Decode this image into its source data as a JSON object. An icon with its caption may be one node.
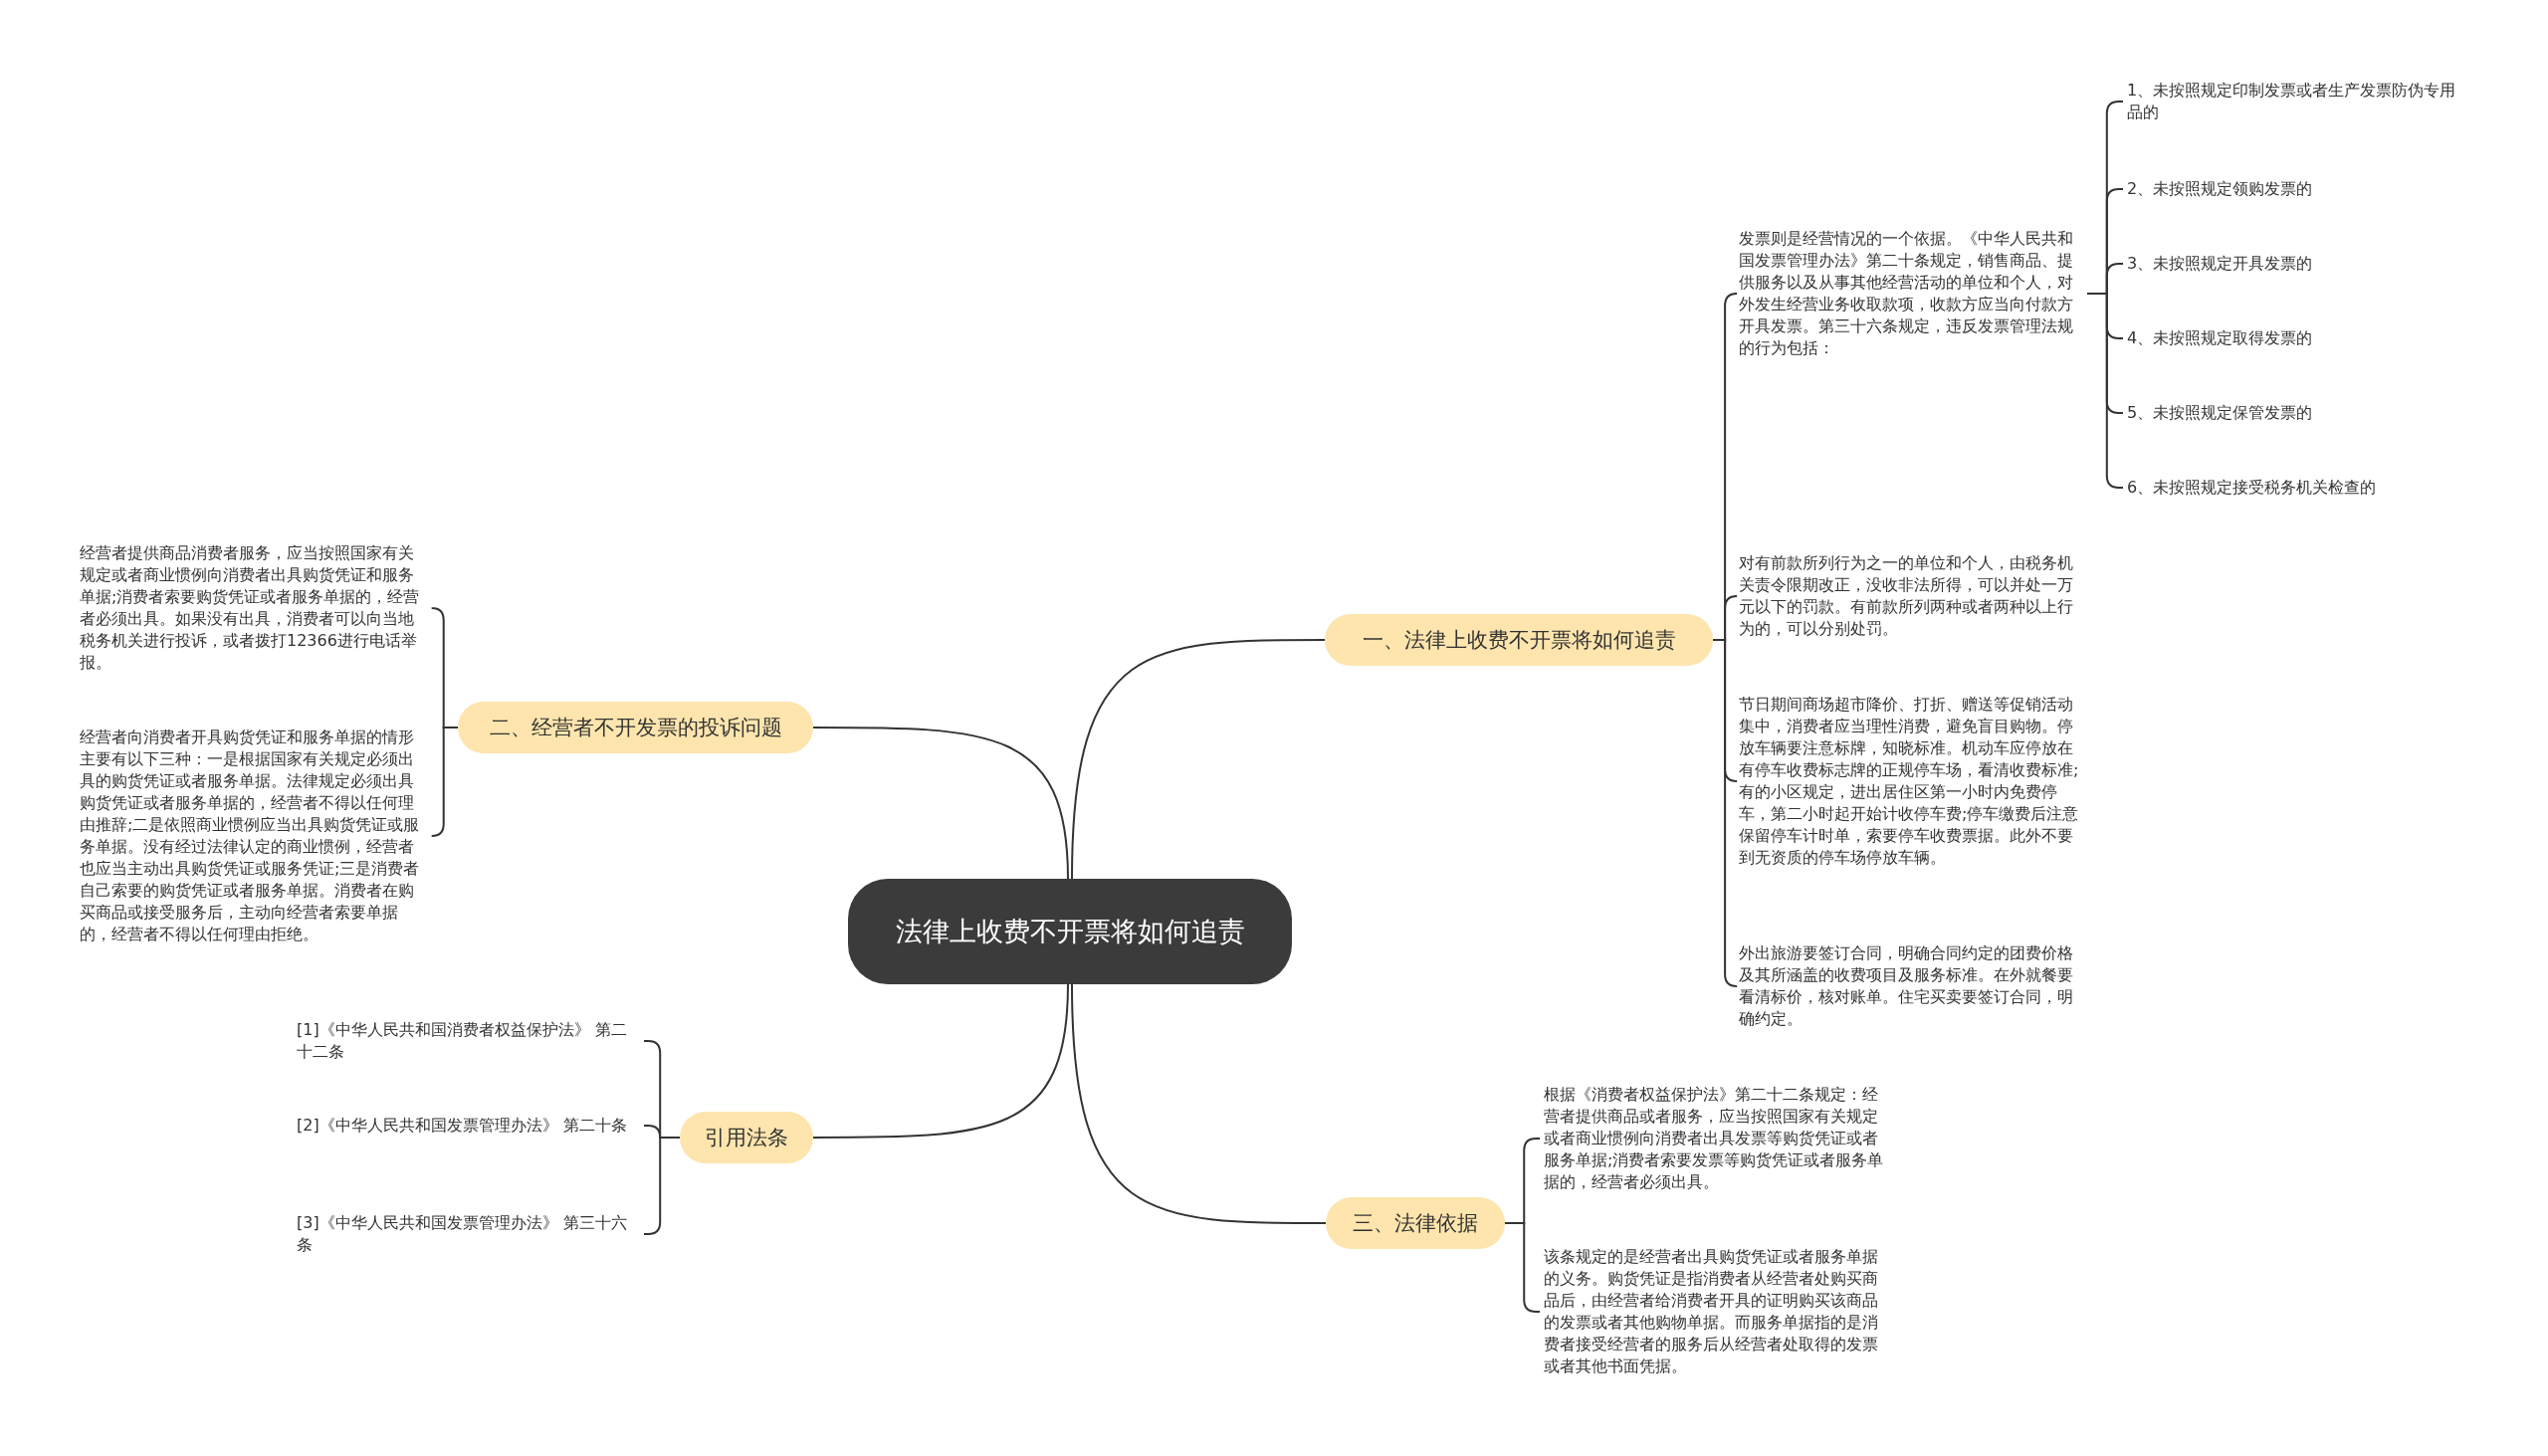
{
  "diagram": {
    "nodes": [
      {
        "text": [
          "法律上收费不开票将如何追责"
        ]
      },
      {
        "text": [
          "一、法律上收费不开票将如何追责"
        ]
      },
      {
        "text": [
          "发票则是经营情况的一个依据。《中华人民共和国发票管理办法》第二十条规定，销售商品、提供服务以及从事其他经营活动的单位和个人，对外发生经营业务收取款项，收款方应当向付款方开具发票。第三十六条规定，违反发票管理法规的行为包括："
        ]
      },
      {
        "text": [
          "1、未按照规定印制发票或者生产发票防伪专用品的"
        ]
      },
      {
        "text": [
          "2、未按照规定领购发票的"
        ]
      },
      {
        "text": [
          "3、未按照规定开具发票的"
        ]
      },
      {
        "text": [
          "4、未按照规定取得发票的"
        ]
      },
      {
        "text": [
          "5、未按照规定保管发票的"
        ]
      },
      {
        "text": [
          "6、未按照规定接受税务机关检查的"
        ]
      },
      {
        "text": [
          "对有前款所列行为之一的单位和个人，由税务机关责令限期改正，没收非法所得，可以并处一万元以下的罚款。有前款所列两种或者两种以上行为的，可以分别处罚。"
        ]
      },
      {
        "text": [
          "节日期间商场超市降价、打折、赠送等促销活动集中，消费者应当理性消费，避免盲目购物。停放车辆要注意标牌，知晓标准。机动车应停放在有停车收费标志牌的正规停车场，看清收费标准;有的小区规定，进出居住区第一小时内免费停车，第二小时起开始计收停车费;停车缴费后注意保留停车计时单，索要停车收费票据。此外不要到无资质的停车场停放车辆。"
        ]
      },
      {
        "text": [
          "外出旅游要签订合同，明确合同约定的团费价格及其所涵盖的收费项目及服务标准。在外就餐要看清标价，核对账单。住宅买卖要签订合同，明确约定。"
        ]
      },
      {
        "text": [
          "二、经营者不开发票的投诉问题"
        ]
      },
      {
        "text": [
          "经营者提供商品消费者服务，应当按照国家有关规定或者商业惯例向消费者出具购货凭证和服务单据;消费者索要购货凭证或者服务单据的，经营者必须出具。如果没有出具，消费者可以向当地税务机关进行投诉，或者拨打12366进行电话举报。"
        ]
      },
      {
        "text": [
          "经营者向消费者开具购货凭证和服务单据的情形主要有以下三种：一是根据国家有关规定必须出具的购货凭证或者服务单据。法律规定必须出具购货凭证或者服务单据的，经营者不得以任何理由推辞;二是依照商业惯例应当出具购货凭证或服务单据。没有经过法律认定的商业惯例，经营者也应当主动出具购货凭证或服务凭证;三是消费者自己索要的购货凭证或者服务单据。消费者在购买商品或接受服务后，主动向经营者索要单据的，经营者不得以任何理由拒绝。"
        ]
      },
      {
        "text": [
          "引用法条"
        ]
      },
      {
        "text": [
          "[1]《中华人民共和国消费者权益保护法》 第二十二条"
        ]
      },
      {
        "text": [
          "[2]《中华人民共和国发票管理办法》 第二十条"
        ]
      },
      {
        "text": [
          "[3]《中华人民共和国发票管理办法》 第三十六条"
        ]
      },
      {
        "text": [
          "三、法律依据"
        ]
      },
      {
        "text": [
          "根据《消费者权益保护法》第二十二条规定：经营者提供商品或者服务，应当按照国家有关规定或者商业惯例向消费者出具发票等购货凭证或者服务单据;消费者索要发票等购货凭证或者服务单据的，经营者必须出具。"
        ]
      },
      {
        "text": [
          "该条规定的是经营者出具购货凭证或者服务单据的义务。购货凭证是指消费者从经营者处购买商品后，由经营者给消费者开具的证明购买该商品的发票或者其他购物单据。而服务单据指的是消费者接受经营者的服务后从经营者处取得的发票或者其他书面凭据。"
        ]
      }
    ],
    "edges": [
      {
        "from": 0,
        "to": 1,
        "arrow": "none"
      },
      {
        "from": 1,
        "to": 2,
        "arrow": "none"
      },
      {
        "from": 2,
        "to": 3,
        "arrow": "none"
      },
      {
        "from": 2,
        "to": 4,
        "arrow": "none"
      },
      {
        "from": 2,
        "to": 5,
        "arrow": "none"
      },
      {
        "from": 2,
        "to": 6,
        "arrow": "none"
      },
      {
        "from": 2,
        "to": 7,
        "arrow": "none"
      },
      {
        "from": 2,
        "to": 8,
        "arrow": "none"
      },
      {
        "from": 1,
        "to": 9,
        "arrow": "none"
      },
      {
        "from": 1,
        "to": 10,
        "arrow": "none"
      },
      {
        "from": 1,
        "to": 11,
        "arrow": "none"
      },
      {
        "from": 0,
        "to": 12,
        "arrow": "none"
      },
      {
        "from": 12,
        "to": 13,
        "arrow": "none"
      },
      {
        "from": 12,
        "to": 14,
        "arrow": "none"
      },
      {
        "from": 0,
        "to": 15,
        "arrow": "none"
      },
      {
        "from": 15,
        "to": 16,
        "arrow": "none"
      },
      {
        "from": 15,
        "to": 17,
        "arrow": "none"
      },
      {
        "from": 15,
        "to": 18,
        "arrow": "none"
      },
      {
        "from": 0,
        "to": 19,
        "arrow": "none"
      },
      {
        "from": 19,
        "to": 20,
        "arrow": "none"
      },
      {
        "from": 19,
        "to": 21,
        "arrow": "none"
      }
    ]
  }
}
